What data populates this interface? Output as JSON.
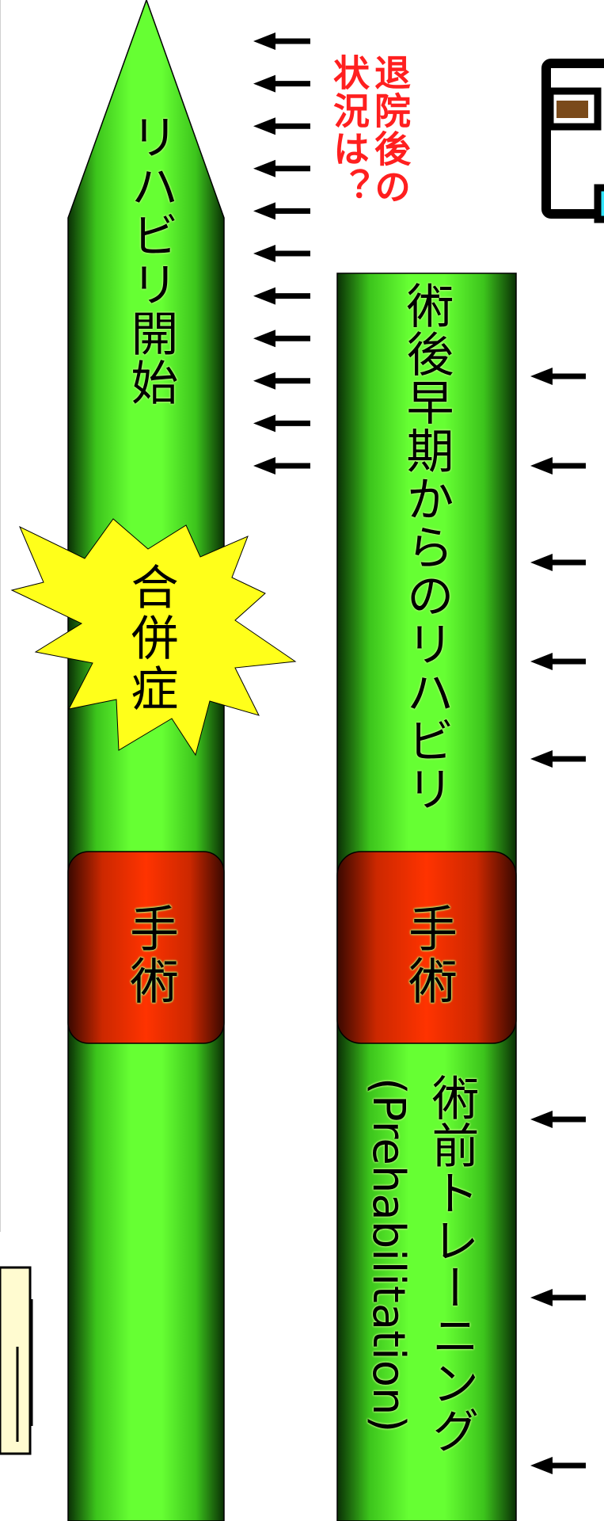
{
  "colors": {
    "bar_green": "#66ff33",
    "bar_dark": "#0b3a05",
    "surgery_red": "#ff3300",
    "surgery_dark": "#4a0a00",
    "burst_yellow": "#ffff1a",
    "question_red": "#ff1f1f",
    "house_roof_red": "#ff2a1a",
    "house_roof_orange": "#ffb300",
    "window_cyan": "#33e6ff",
    "door_brown": "#7a4a1a"
  },
  "icons": {
    "arrow": "left-arrow-icon",
    "house": "house-icon",
    "burst": "explosion-burst-icon"
  },
  "top_bar": {
    "rehab_start_label": "リハビリ開始",
    "complication_label": "合併症",
    "surgery_label": "手術",
    "arrow_count": 11
  },
  "bottom_bar": {
    "early_rehab_label": "術後早期からのリハビリ",
    "surgery_label": "手術",
    "prehab_label_line1": "術前トレーニング",
    "prehab_label_line2": "(Prehabilitation)",
    "arrow_count_upper": 5,
    "arrow_count_lower": 3
  },
  "after_discharge": {
    "question_line1": "退院後の",
    "question_line2": "状況は？"
  }
}
